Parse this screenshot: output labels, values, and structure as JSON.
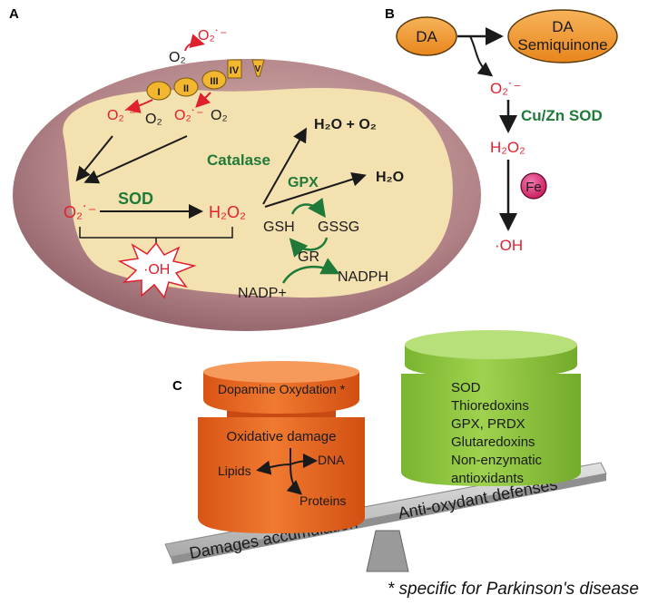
{
  "panels": {
    "a": "A",
    "b": "B",
    "c": "C"
  },
  "panel_a": {
    "o2_top_product": "O₂˙⁻",
    "o2_top": "O₂",
    "complex_i": "I",
    "complex_ii": "II",
    "complex_iii": "III",
    "complex_iv": "IV",
    "complex_v": "V",
    "o2_left_product": "O₂˙⁻",
    "o2_left": "O₂",
    "o2_mid_product": "O₂˙⁻",
    "o2_mid": "O₂",
    "water_oxygen": "H₂O + O₂",
    "catalase": "Catalase",
    "gpx": "GPX",
    "water": "H₂O",
    "superoxide": "O₂˙⁻",
    "sod": "SOD",
    "hydrogen_peroxide": "H₂O₂",
    "gsh": "GSH",
    "gssg": "GSSG",
    "hydroxyl": "·OH",
    "gr": "GR",
    "nadp": "NADP+",
    "nadph": "NADPH"
  },
  "panel_b": {
    "da": "DA",
    "semiquinone_line1": "DA",
    "semiquinone_line2": "Semiquinone",
    "superoxide": "O₂˙⁻",
    "enzyme": "Cu/Zn SOD",
    "hydrogen_peroxide": "H₂O₂",
    "iron": "Fe",
    "hydroxyl": "·OH"
  },
  "panel_c": {
    "left_weight_top": "Dopamine Oxydation *",
    "left_weight_title": "Oxidative damage",
    "left_lipids": "Lipids",
    "left_dna": "DNA",
    "left_proteins": "Proteins",
    "right_items": [
      "SOD",
      "Thioredoxins",
      "GPX, PRDX",
      "Glutaredoxins",
      "Non-enzymatic",
      "antioxidants"
    ],
    "beam_left_label": "Damages accumulation",
    "beam_right_label": "Anti-oxydant defenses"
  },
  "footnote": "* specific for Parkinson's disease",
  "colors": {
    "red": "#e0202e",
    "green": "#1f7a3a",
    "orange": "#e8641e",
    "lime": "#8cc63f",
    "magenta": "#d6246e",
    "cell_outer": "#b88a8e",
    "cell_inner": "#f5e3b3"
  }
}
